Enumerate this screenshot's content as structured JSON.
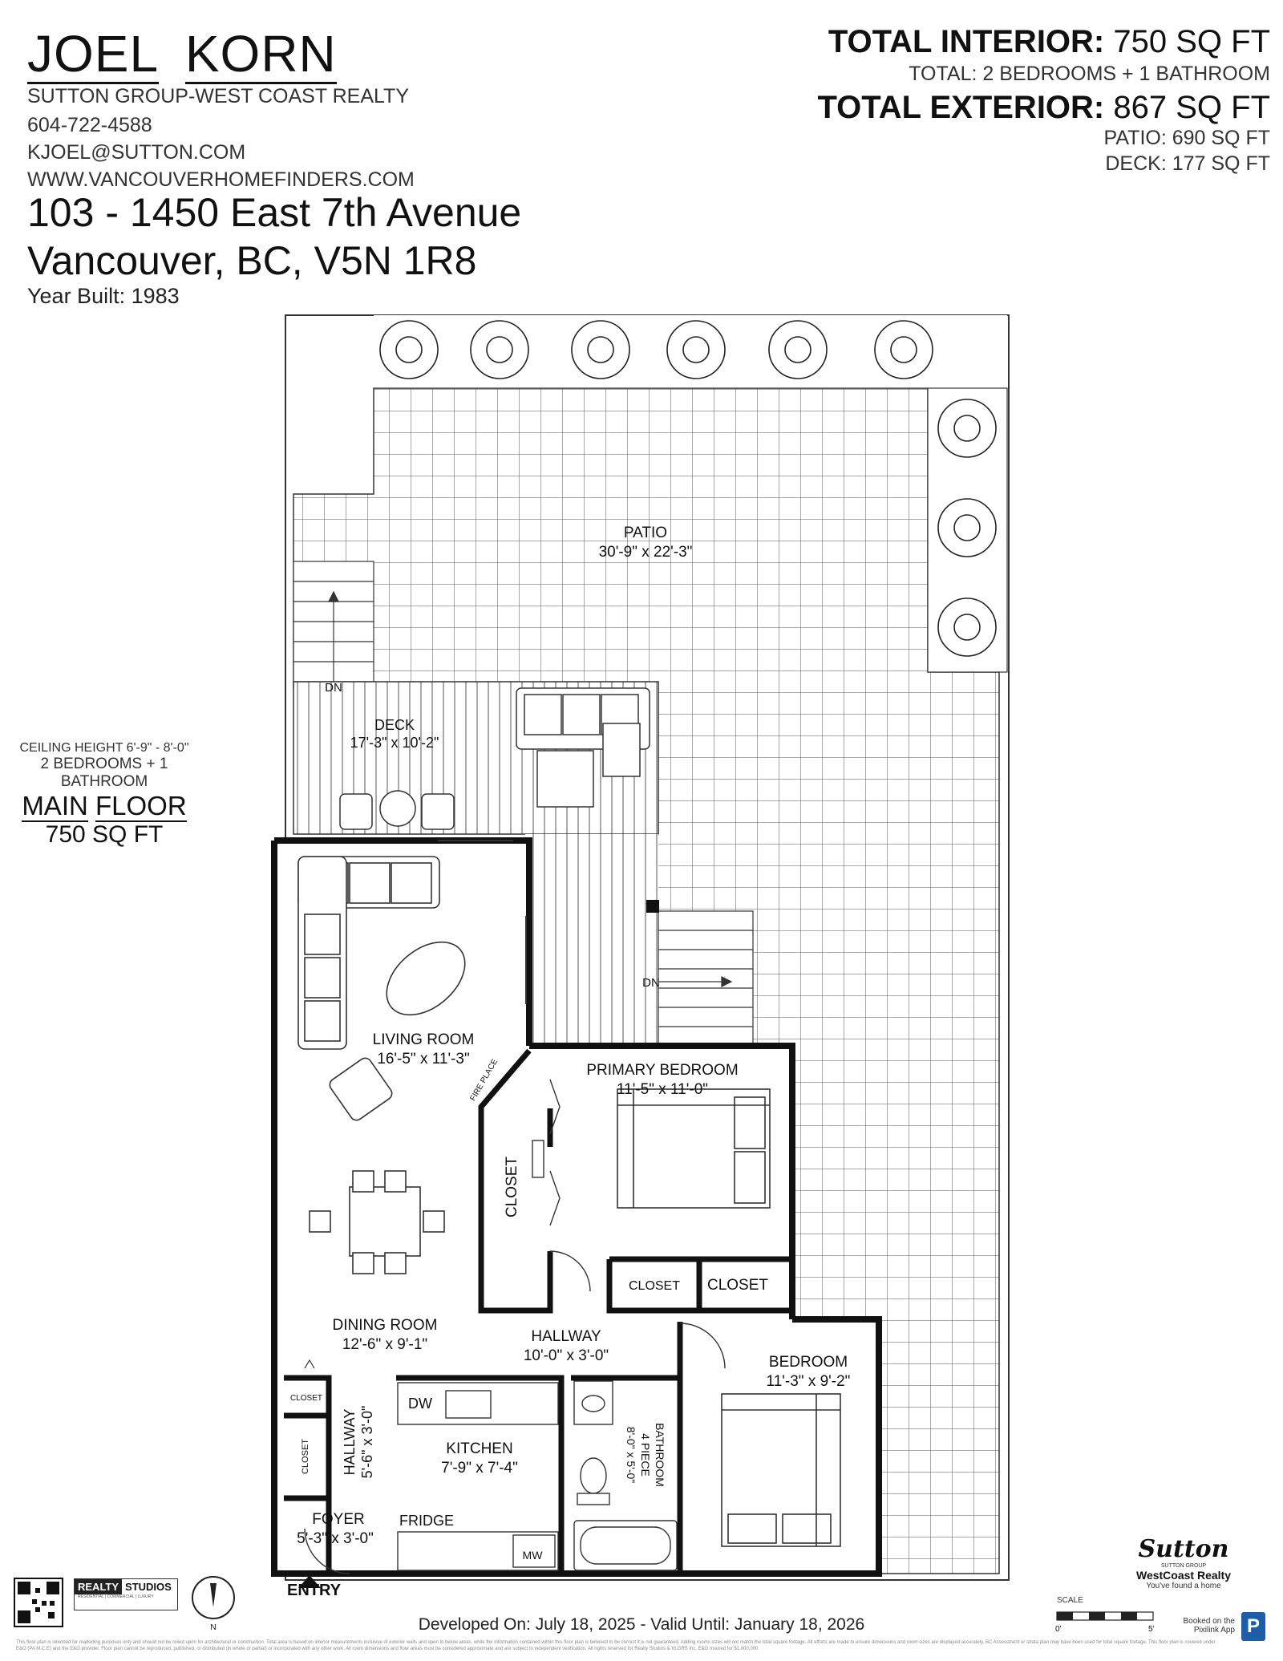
{
  "agent": {
    "first": "JOEL",
    "last": "KORN",
    "brokerage": "SUTTON GROUP-WEST COAST REALTY",
    "phone": "604-722-4588",
    "email": "KJOEL@SUTTON.COM",
    "website": "WWW.VANCOUVERHOMEFINDERS.COM"
  },
  "property": {
    "address_line1": "103 - 1450 East 7th Avenue",
    "address_line2": "Vancouver, BC, V5N 1R8",
    "year_built": "Year Built: 1983"
  },
  "totals": {
    "interior_label": "TOTAL INTERIOR:",
    "interior_value": "750 SQ FT",
    "interior_sub": "TOTAL: 2 BEDROOMS + 1 BATHROOM",
    "exterior_label": "TOTAL EXTERIOR:",
    "exterior_value": "867 SQ FT",
    "patio": "PATIO: 690 SQ FT",
    "deck": "DECK: 177 SQ FT"
  },
  "floor_summary": {
    "ceiling": "CEILING HEIGHT 6'-9\" - 8'-0\"",
    "rooms": "2 BEDROOMS + 1 BATHROOM",
    "main_1": "MAIN",
    "main_2": "FLOOR",
    "sqft": "750 SQ FT"
  },
  "rooms": {
    "patio_name": "PATIO",
    "patio_dim": "30'-9\" x 22'-3\"",
    "deck_name": "DECK",
    "deck_dim": "17'-3\" x 10'-2\"",
    "dn": "DN",
    "living_name": "LIVING ROOM",
    "living_dim": "16'-5\" x 11'-3\"",
    "fireplace": "FIRE PLACE",
    "primary_name": "PRIMARY BEDROOM",
    "primary_dim": "11'-5\" x 11'-0\"",
    "closet": "CLOSET",
    "dining_name": "DINING ROOM",
    "dining_dim": "12'-6\" x 9'-1\"",
    "hall_name": "HALLWAY",
    "hall_dim": "10'-0\" x 3'-0\"",
    "bedroom_name": "BEDROOM",
    "bedroom_dim": "11'-3\" x 9'-2\"",
    "hall2_name": "HALLWAY",
    "hall2_dim": "5'-6\" x 3'-0\"",
    "kitchen_name": "KITCHEN",
    "kitchen_dim": "7'-9\" x 7'-4\"",
    "bath_name": "BATHROOM",
    "bath_sub": "4 PIECE",
    "bath_dim": "8'-0\" x 5'-0\"",
    "foyer_name": "FOYER",
    "foyer_dim": "5'-3\" x 3'-0\"",
    "dw": "DW",
    "fridge": "FRIDGE",
    "mw": "MW"
  },
  "footer": {
    "entry": "ENTRY",
    "developed": "Developed On: July 18, 2025 - Valid Until: January 18, 2026",
    "realty_a": "REALTY",
    "realty_b": "STUDIOS",
    "realty_c": "RESIDENTIAL | COMMERCIAL | LUXURY",
    "sutton": "Sutton",
    "sutton_group": "SUTTON GROUP",
    "westcoast": "WestCoast Realty",
    "tagline": "You've found a home",
    "booked": "Booked on the Pixilink App",
    "pixilink_icon": "P",
    "scale": "SCALE",
    "scale_0": "0'",
    "scale_5": "5'",
    "north": "N",
    "disclaimer": "This floor plan is intended for marketing purposes only and should not be relied upon for architectural or construction. Total area is based on interior measurements inclusive of exterior walls and open to below areas, while the information contained within this floor plan is believed to be correct it is not guaranteed. Adding rooms sizes will not match the total square footage. All efforts are made to ensure dimensions and room sizes are displayed accurately. BC Assessment or strata plan may have been used for total square footage. This floor plan is covered under E&O (PA M.C.E) and the E&O provider. Floor plan cannot be reproduced, published, or distributed (in whole or partial) or incorporated with any other work. All room dimensions and floor areas must be considered approximate and are subject to independent verification. All rights reserved for Realty Studios & VLGRS Inc. E&O Insured for $1,000,000"
  }
}
